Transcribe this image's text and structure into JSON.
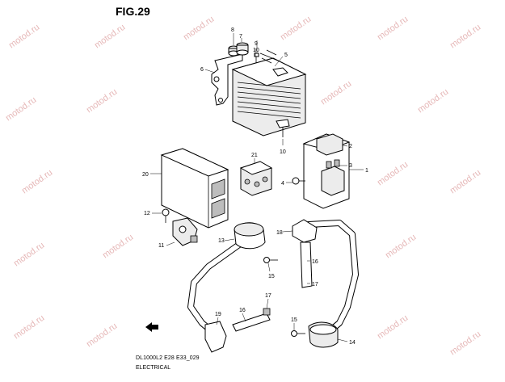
{
  "figure": {
    "title": "FIG.29",
    "code": "DL1000L2 E28 E33_029",
    "name": "ELECTRICAL"
  },
  "watermark_text": "motod.ru",
  "callouts": [
    {
      "id": "1",
      "part": "starter-relay-bracket"
    },
    {
      "id": "2",
      "part": "relay-cap"
    },
    {
      "id": "3",
      "part": "relay"
    },
    {
      "id": "4",
      "part": "bolt"
    },
    {
      "id": "5",
      "part": "regulator-rectifier"
    },
    {
      "id": "6",
      "part": "regulator-bracket"
    },
    {
      "id": "7",
      "part": "cushion"
    },
    {
      "id": "8",
      "part": "spacer"
    },
    {
      "id": "9",
      "part": "bolt"
    },
    {
      "id": "10",
      "part": "bolt"
    },
    {
      "id": "11",
      "part": "sensor"
    },
    {
      "id": "12",
      "part": "bolt"
    },
    {
      "id": "13",
      "part": "ignition-coil"
    },
    {
      "id": "14",
      "part": "ignition-coil"
    },
    {
      "id": "15",
      "part": "bolt"
    },
    {
      "id": "15",
      "part": "bolt"
    },
    {
      "id": "16",
      "part": "plug-cord"
    },
    {
      "id": "16",
      "part": "plug-cord"
    },
    {
      "id": "17",
      "part": "plug-cap"
    },
    {
      "id": "17",
      "part": "plug-cap"
    },
    {
      "id": "18",
      "part": "plug-cap"
    },
    {
      "id": "19",
      "part": "plug-cap"
    },
    {
      "id": "20",
      "part": "ecm"
    },
    {
      "id": "21",
      "part": "connector"
    }
  ]
}
